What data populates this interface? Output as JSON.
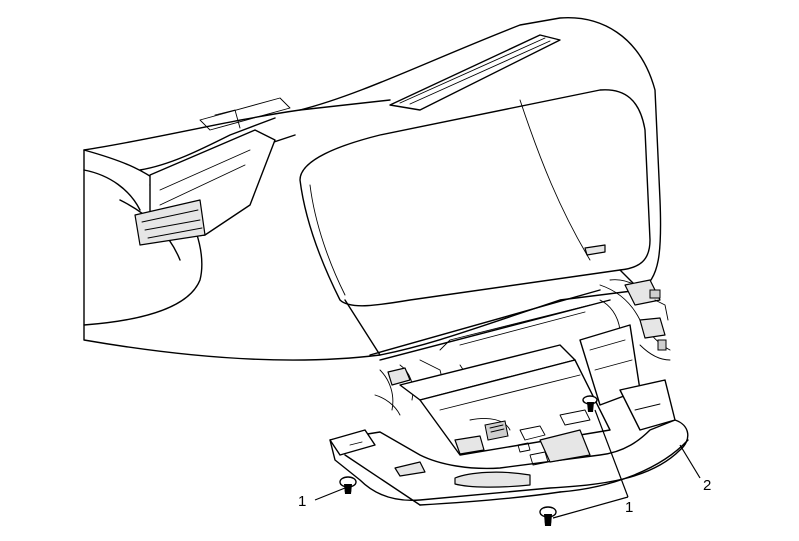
{
  "callouts": [
    {
      "id": "fastener-left",
      "label": "1"
    },
    {
      "id": "fastener-right",
      "label": "1"
    },
    {
      "id": "panel",
      "label": "2"
    }
  ],
  "colors": {
    "stroke": "#000000",
    "background": "#ffffff",
    "shade": "#e6e6e6"
  }
}
